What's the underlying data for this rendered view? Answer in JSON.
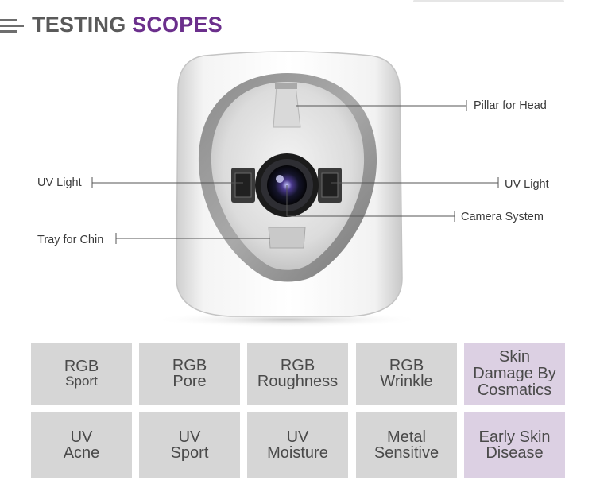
{
  "title": {
    "part1": "TESTING",
    "part2": "SCOPES"
  },
  "callouts": {
    "pillar": "Pillar for Head",
    "uv_left": "UV Light",
    "uv_right": "UV Light",
    "camera": "Camera System",
    "chin": "Tray for Chin"
  },
  "scopes": [
    {
      "lines": [
        "RGB",
        "Sport"
      ],
      "style": "gray"
    },
    {
      "lines": [
        "RGB",
        "Pore"
      ],
      "style": "gray"
    },
    {
      "lines": [
        "RGB",
        "Roughness"
      ],
      "style": "gray"
    },
    {
      "lines": [
        "RGB",
        "Wrinkle"
      ],
      "style": "gray"
    },
    {
      "lines": [
        "Skin",
        "Damage By",
        "Cosmatics"
      ],
      "style": "purple"
    },
    {
      "lines": [
        "UV",
        "Acne"
      ],
      "style": "gray"
    },
    {
      "lines": [
        "UV",
        "Sport"
      ],
      "style": "gray"
    },
    {
      "lines": [
        "UV",
        "Moisture"
      ],
      "style": "gray"
    },
    {
      "lines": [
        "Metal",
        "Sensitive"
      ],
      "style": "gray"
    },
    {
      "lines": [
        "Early Skin",
        "Disease"
      ],
      "style": "purple"
    }
  ],
  "colors": {
    "accent": "#6b2f8c",
    "cell_gray": "#d6d6d6",
    "cell_purple": "#dcd0e3"
  }
}
